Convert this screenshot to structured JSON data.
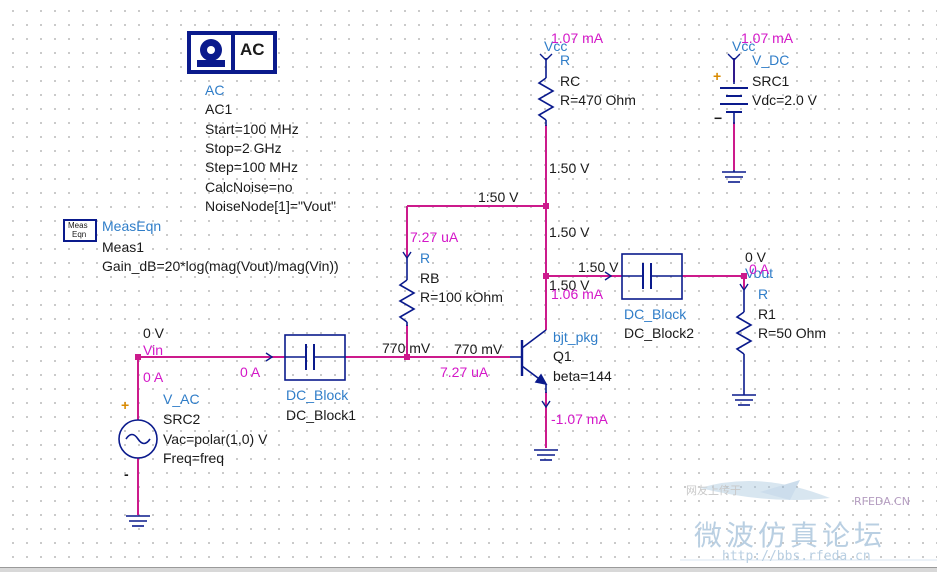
{
  "components": {
    "ac_sim": {
      "icon_text": "AC",
      "type": "AC",
      "name": "AC1",
      "params": [
        "Start=100 MHz",
        "Stop=2 GHz",
        "Step=100 MHz",
        "CalcNoise=no",
        "NoiseNode[1]=\"Vout\""
      ]
    },
    "meas_eqn": {
      "icon_text_line1": "Meas",
      "icon_text_line2": "Eqn",
      "type": "MeasEqn",
      "name": "Meas1",
      "expr": "Gain_dB=20*log(mag(Vout)/mag(Vin))"
    },
    "rc": {
      "type": "R",
      "name": "RC",
      "value": "R=470 Ohm"
    },
    "rb": {
      "type": "R",
      "name": "RB",
      "value": "R=100 kOhm"
    },
    "r1": {
      "type": "R",
      "name": "R1",
      "value": "R=50 Ohm"
    },
    "src1": {
      "type": "V_DC",
      "name": "SRC1",
      "value": "Vdc=2.0 V",
      "plus": "+",
      "minus": "−"
    },
    "src2": {
      "type": "V_AC",
      "name": "SRC2",
      "value1": "Vac=polar(1,0) V",
      "value2": "Freq=freq",
      "plus": "+",
      "minus": "-"
    },
    "dc_block1": {
      "type": "DC_Block",
      "name": "DC_Block1"
    },
    "dc_block2": {
      "type": "DC_Block",
      "name": "DC_Block2"
    },
    "q1": {
      "type": "bjt_pkg",
      "name": "Q1",
      "param": "beta=144"
    }
  },
  "nodes": {
    "vcc_left": "Vcc",
    "vcc_right": "Vcc",
    "vin": "Vin",
    "vout": "Vout"
  },
  "annotations": {
    "i_rc": "1.07 mA",
    "i_src1": "1.07 mA",
    "v_rc_bottom": "1.50 V",
    "v_top_rail": "1:50 V",
    "v_collector_mid": "1.50 V",
    "v_cap2_left": "1.50 V",
    "v_collector": "1.50 V",
    "i_collector": "1.06 mA",
    "i_rb": "7.27 uA",
    "v_base_left": "770 mV",
    "v_base_right": "770 mV",
    "i_base": "7.27 uA",
    "i_emitter": "-1.07 mA",
    "v_vin": "0 V",
    "i_vin": "0 A",
    "i_dcblock1": "0 A",
    "v_vout": "0 V",
    "i_vout": "0 A"
  },
  "watermark": {
    "line1": "网友上传于",
    "logo": "RFEDA.CN",
    "line2": "微波仿真论坛",
    "url": "http://bbs.rfeda.cn"
  },
  "colors": {
    "wire": "#cc1a8c",
    "component": "#0a1a8c",
    "label_black": "#1a1a1a",
    "label_blue": "#2f7dc8",
    "label_magenta": "#d417c8"
  }
}
